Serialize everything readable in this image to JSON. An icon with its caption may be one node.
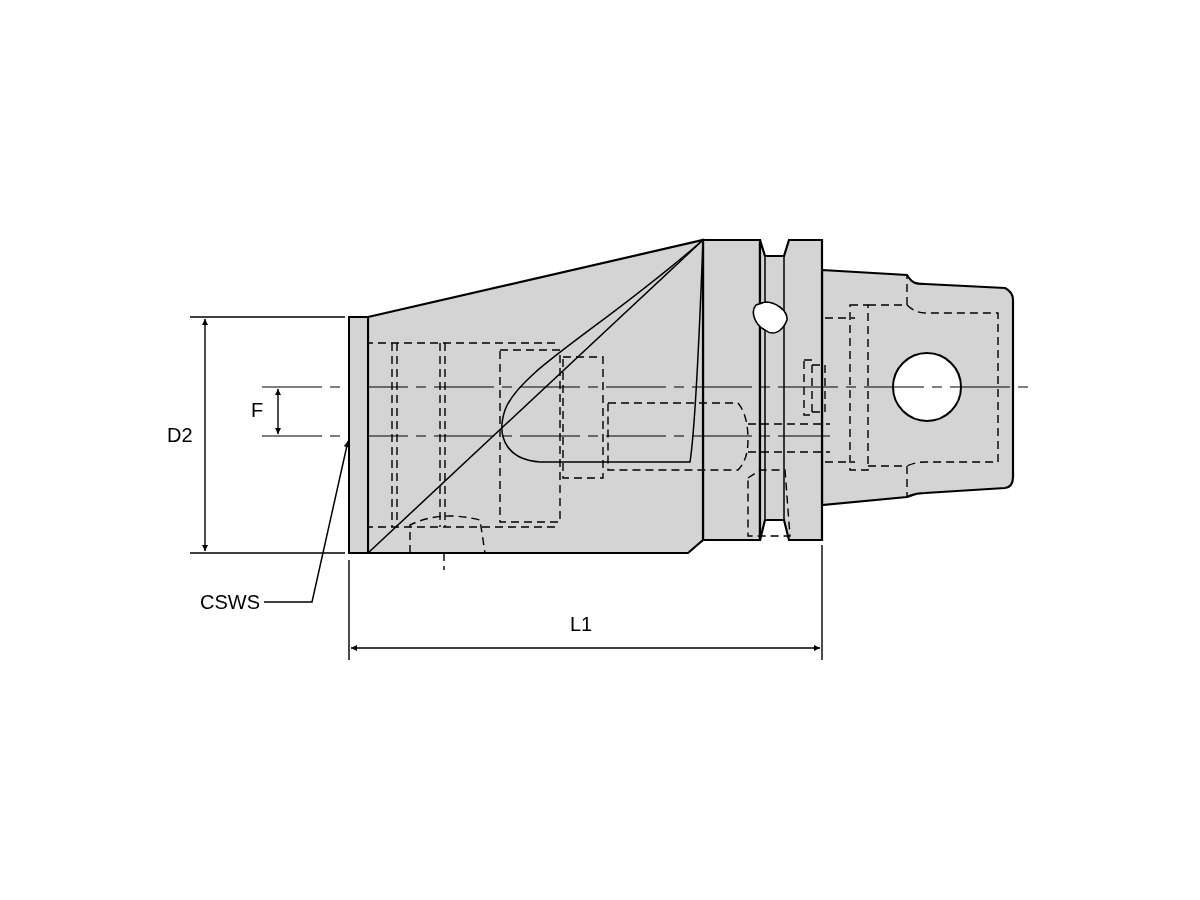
{
  "diagram": {
    "nodes": [
      {
        "text": [
          "CSWS"
        ]
      },
      {
        "text": [],
        "shape": "bar"
      }
    ],
    "edges": [
      {
        "from": 0,
        "to": 1,
        "arrow": "to"
      }
    ],
    "labels": [
      "D2",
      "F",
      "L1"
    ]
  }
}
